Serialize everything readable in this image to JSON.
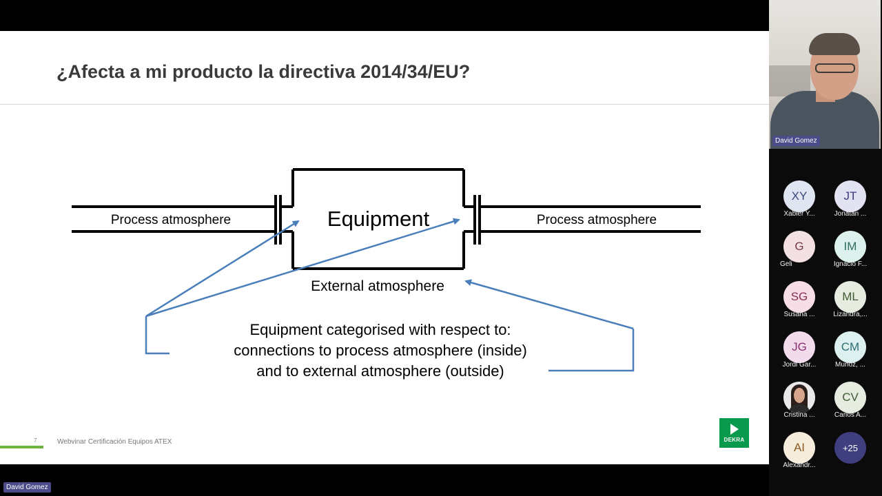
{
  "slide": {
    "title": "¿Afecta a mi producto la directiva 2014/34/EU?",
    "diagram": {
      "left_label": "Process atmosphere",
      "right_label": "Process atmosphere",
      "center_label": "Equipment",
      "below_label": "External atmosphere",
      "caption_line1": "Equipment categorised with respect to:",
      "caption_line2": "connections to process atmosphere (inside)",
      "caption_line3": "and to external atmosphere (outside)"
    },
    "page_number": "7",
    "footer": "Webvinar Certificación Equipos ATEX",
    "logo_text": "DEKRA"
  },
  "speaker": {
    "name": "David Gomez",
    "video_label": "David Gomez"
  },
  "participants": [
    {
      "initials": "XY",
      "name": "Xabier Y...",
      "bg": "#dfe6f2",
      "fg": "#3a4a7a"
    },
    {
      "initials": "JT",
      "name": "Jonatan ...",
      "bg": "#e2e2f2",
      "fg": "#3a3a7a"
    },
    {
      "initials": "G",
      "name": "Geli",
      "bg": "#f2e0e2",
      "fg": "#7a3a44"
    },
    {
      "initials": "IM",
      "name": "Ignacio F...",
      "bg": "#dcf0ec",
      "fg": "#2f6f60"
    },
    {
      "initials": "SG",
      "name": "Susana ...",
      "bg": "#f6dde6",
      "fg": "#8a2f55"
    },
    {
      "initials": "ML",
      "name": "Lizandra,...",
      "bg": "#e6ece0",
      "fg": "#3f5a32"
    },
    {
      "initials": "JG",
      "name": "Jordi Gar...",
      "bg": "#f2dcec",
      "fg": "#8a3070"
    },
    {
      "initials": "CM",
      "name": "Muñoz, ...",
      "bg": "#dcf0f0",
      "fg": "#2f6f73"
    },
    {
      "initials": "",
      "name": "Cristina ...",
      "photo": true
    },
    {
      "initials": "CV",
      "name": "Carlos A...",
      "bg": "#e6ece0",
      "fg": "#3f5a32"
    },
    {
      "initials": "AI",
      "name": "Alexandr...",
      "bg": "#f6ecdc",
      "fg": "#8a5a20"
    },
    {
      "initials": "+25",
      "name": "",
      "bg": "#3f3f80",
      "fg": "#ffffff"
    }
  ],
  "colors": {
    "arrow": "#4a7ebb",
    "accent_green": "#6db33f",
    "logo_green": "#0a9a4d",
    "name_tag": "#4c4c8a"
  }
}
